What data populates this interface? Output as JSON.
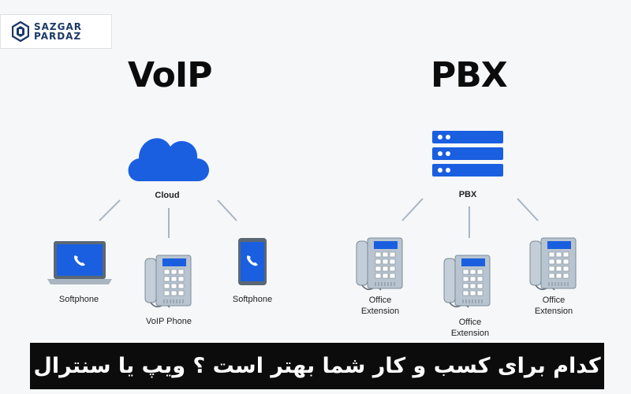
{
  "brand": {
    "line1": "SAZGAR",
    "line2": "PARDAZ"
  },
  "titles": {
    "voip": "VoIP",
    "pbx": "PBX"
  },
  "voip": {
    "hub_label": "Cloud",
    "nodes": [
      {
        "label": "Softphone",
        "icon": "laptop-icon"
      },
      {
        "label": "VoIP Phone",
        "icon": "desk-phone-icon"
      },
      {
        "label": "Softphone",
        "icon": "smartphone-icon"
      }
    ]
  },
  "pbx": {
    "hub_label": "PBX",
    "nodes": [
      {
        "label_line1": "Office",
        "label_line2": "Extension",
        "icon": "desk-phone-icon"
      },
      {
        "label_line1": "Office",
        "label_line2": "Extension",
        "icon": "desk-phone-icon"
      },
      {
        "label_line1": "Office",
        "label_line2": "Extension",
        "icon": "desk-phone-icon"
      }
    ]
  },
  "banner": {
    "text": "کدام برای کسب و کار شما بهتر است ؟ ویپ یا سنترال"
  },
  "colors": {
    "accent": "#1a5fe0",
    "phone_body": "#b8c4cf",
    "banner_bg": "#0c0c0c",
    "connector": "#a7b6c2"
  }
}
